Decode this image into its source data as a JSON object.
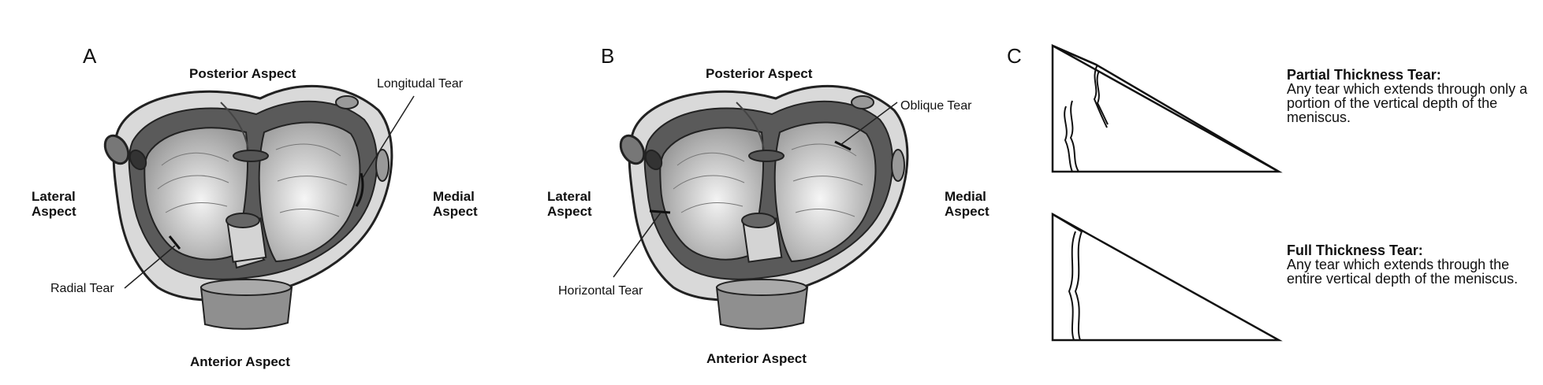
{
  "panels": [
    {
      "letter": "A",
      "posterior": "Posterior Aspect",
      "anterior": "Anterior Aspect",
      "lateral": "Lateral\nAspect",
      "medial": "Medial\nAspect",
      "tears": [
        "Longitudal Tear",
        "Radial Tear"
      ]
    },
    {
      "letter": "B",
      "posterior": "Posterior Aspect",
      "anterior": "Anterior Aspect",
      "lateral": "Lateral\nAspect",
      "medial": "Medial\nAspect",
      "tears": [
        "Oblique Tear",
        "Horizontal Tear"
      ]
    },
    {
      "letter": "C",
      "partial": {
        "heading": "Partial Thickness Tear:",
        "description": "Any tear which extends through only a portion of the vertical depth of the meniscus."
      },
      "full": {
        "heading": "Full Thickness Tear:",
        "description": "Any tear which extends through the entire vertical depth of the meniscus."
      }
    }
  ]
}
